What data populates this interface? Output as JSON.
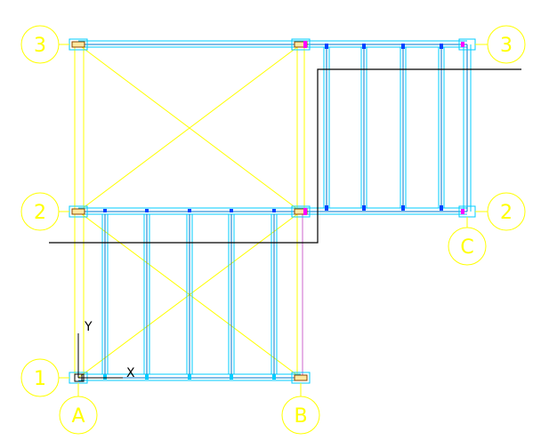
{
  "drawing": {
    "background": "#ffffff",
    "colors": {
      "grid_bubble": "#ffff00",
      "grid_line": "#ffff00",
      "beam_outline": "#00ccff",
      "beam_inner": "#0077cc",
      "joist_end": "#0044ff",
      "column": "#884400",
      "highlight": "#ff00ff",
      "section_line": "#000000",
      "brace": "#ffff00",
      "magenta_line": "#cc66cc"
    }
  },
  "grid_labels": {
    "row_3_left": "3",
    "row_3_right": "3",
    "row_2_left": "2",
    "row_2_right": "2",
    "row_1_left": "1",
    "col_a": "A",
    "col_b": "B",
    "col_c": "C"
  },
  "ucs": {
    "x_label": "X",
    "y_label": "Y"
  }
}
